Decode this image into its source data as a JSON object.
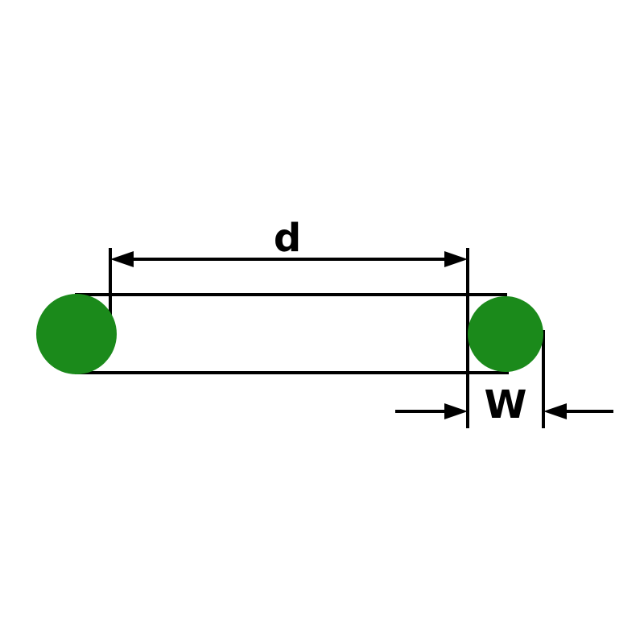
{
  "diagram": {
    "kind": "o-ring-dimension-drawing",
    "labels": {
      "diameter": "d",
      "width": "W"
    },
    "colors": {
      "ring": "#1b8a1b",
      "line": "#000000",
      "background": "#ffffff"
    }
  }
}
